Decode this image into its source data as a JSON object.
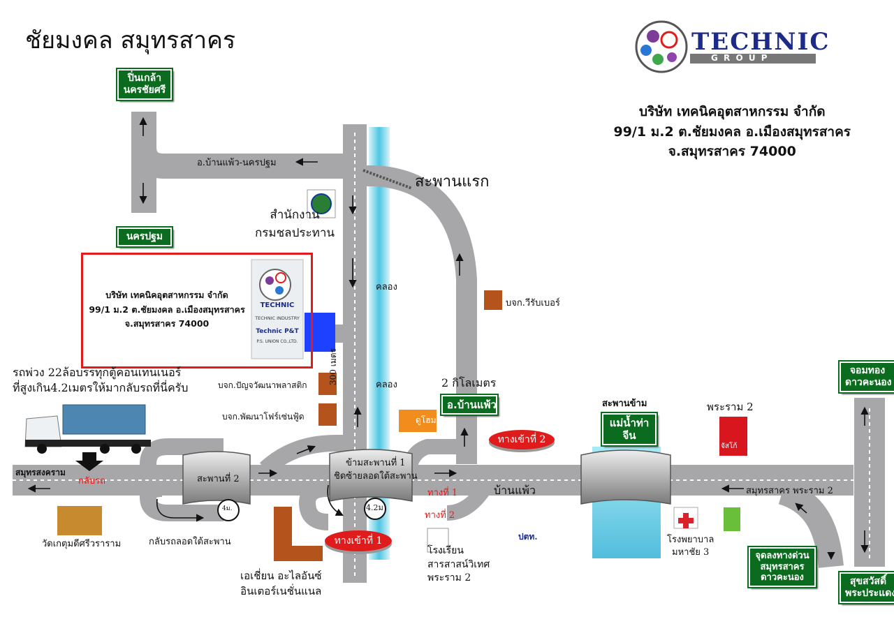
{
  "title": "ชัยมงคล สมุทรสาคร",
  "logo": {
    "brand": "TECHNIC",
    "sub": "G R O U P",
    "ring_text": "TECHNIC"
  },
  "company": {
    "name": "บริษัท เทคนิคอุตสาหกรรม จำกัด",
    "address1": "99/1 ม.2 ต.ชัยมงคล อ.เมืองสมุทรสาคร",
    "address2": "จ.สมุทรสาคร 74000"
  },
  "signs": {
    "pinklao": "ปิ่นเกล้า\nนครชัยศรี",
    "nakhonpathom": "นครปฐม",
    "banphaeo": "อ.บ้านแพ้ว",
    "bridge_river": "แม่น้ำท่าจีน",
    "jomthong": "จอมทอง\nดาวคะนอง",
    "expressway": "จุดลงทางด่วน\nสมุทรสาคร\nดาวคะนอง",
    "sukhsawat": "สุขสวัสดิ์\nพระประแดง"
  },
  "labels": {
    "road_top": "อ.บ้านแพ้ว-นครปฐม",
    "first_bridge": "สะพานแรก",
    "irrigation": "สำนักงาน\nกรมชลประทาน",
    "canal1": "คลอง",
    "canal2": "คลอง",
    "wirubber": "บจก.วีรับเบอร์",
    "panja": "บจก.ปัญจวัฒนาพลาสติก",
    "phatthana": "บจก.พัฒนาโฟร์เซ่นฟู้ด",
    "dist_300": "300 เมตร",
    "dist_2km": "2 กิโลเมตร",
    "truck_note": "รถพ่วง 22ล้อบรรทุกตู้คอนเทนเนอร์\nที่สูงเกิน4.2เมตรให้มากลับรถที่นี่ครับ",
    "samut_songkhram": "สมุทรสงคราม",
    "u_turn": "กลับรถ",
    "bridge2": "สะพานที่ 2",
    "bridge1": "ข้ามสะพานที่ 1\nชิดซ้ายลอดใต้สะพาน",
    "lane1": "ทางที่ 1",
    "lane2": "ทางที่ 2",
    "banphaeo_road": "บ้านแพ้ว",
    "bridge_cross": "สะพานข้าม",
    "rama2": "พระราม 2",
    "road_right": "สมุทรสาคร พระราม 2",
    "temple": "วัดเกตุมดีศรีวราราม",
    "uturn_under": "กลับรถลอดใต้สะพาน",
    "asian": "เอเชี่ยน อะไลอันซ์\nอินเตอร์เนชั่นแนล",
    "school": "โรงเรียน\nสารสาสน์วิเทศ\nพระราม 2",
    "hospital": "โรงพยาบาล\nมหาชัย 3",
    "h4": "4ม.",
    "h42": "4.2ม",
    "entry1": "ทางเข้าที่ 1",
    "entry2": "ทางเข้าที่ 2",
    "ptt": "ปตท.",
    "homepro_b": "ดูโฮม",
    "jusco": "จัสโก้",
    "truck_text": "",
    "sign_text": "TECHNIC",
    "sign_sub": "TECHNIC INDUSTRY",
    "sign_brand": "Technic P&T",
    "sign_co": "P.S. UNION CO.,LTD."
  },
  "colors": {
    "road": "#a7a7a9",
    "road_edge": "#8b8b8d",
    "sign_green": "#0b6b1e",
    "red": "#e01b1b",
    "canal": "#6fd0e6",
    "building": "#b5531c"
  }
}
